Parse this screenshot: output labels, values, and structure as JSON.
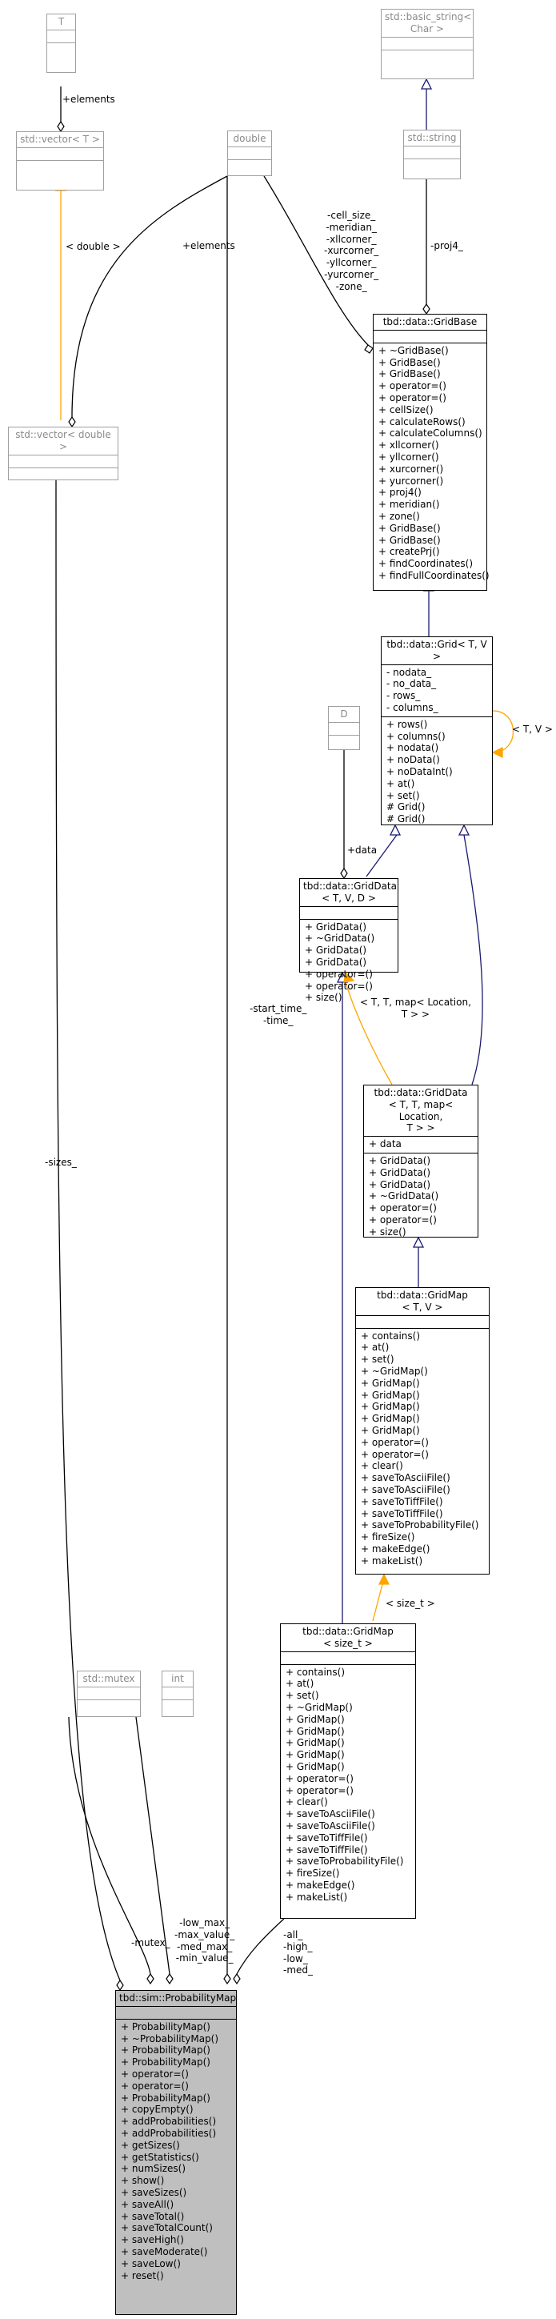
{
  "nodes": {
    "T": {
      "title": [
        "T"
      ],
      "sections": [
        [],
        []
      ]
    },
    "vector_T": {
      "title": [
        "std::vector< T >"
      ],
      "sections": [
        [],
        []
      ]
    },
    "vector_double": {
      "title": [
        "std::vector< double >"
      ],
      "sections": [
        [],
        []
      ]
    },
    "double": {
      "title": [
        "double"
      ],
      "sections": [
        [],
        []
      ]
    },
    "basic_string": {
      "title": [
        "std::basic_string<",
        "Char >"
      ],
      "sections": [
        [],
        []
      ]
    },
    "string": {
      "title": [
        "std::string"
      ],
      "sections": [
        [],
        []
      ]
    },
    "GridBase": {
      "title": [
        "tbd::data::GridBase"
      ],
      "sections": [
        [],
        [
          "+ ~GridBase()",
          "+ GridBase()",
          "+ GridBase()",
          "+ operator=()",
          "+ operator=()",
          "+ cellSize()",
          "+ calculateRows()",
          "+ calculateColumns()",
          "+ xllcorner()",
          "+ yllcorner()",
          "+ xurcorner()",
          "+ yurcorner()",
          "+ proj4()",
          "+ meridian()",
          "+ zone()",
          "+ GridBase()",
          "+ GridBase()",
          "+ createPrj()",
          "+ findCoordinates()",
          "+ findFullCoordinates()"
        ]
      ]
    },
    "Grid": {
      "title": [
        "tbd::data::Grid< T, V >"
      ],
      "sections": [
        [
          "- nodata_",
          "- no_data_",
          "- rows_",
          "- columns_"
        ],
        [
          "+ rows()",
          "+ columns()",
          "+ nodata()",
          "+ noData()",
          "+ noDataInt()",
          "+ at()",
          "+ set()",
          "# Grid()",
          "# Grid()"
        ]
      ]
    },
    "D": {
      "title": [
        "D"
      ],
      "sections": [
        [],
        []
      ]
    },
    "GridData_TVD": {
      "title": [
        "tbd::data::GridData",
        "< T, V, D >"
      ],
      "sections": [
        [],
        [
          "+ GridData()",
          "+ ~GridData()",
          "+ GridData()",
          "+ GridData()",
          "+ operator=()",
          "+ operator=()",
          "+ size()"
        ]
      ]
    },
    "GridData_loc": {
      "title": [
        "tbd::data::GridData",
        "< T, T, map< Location,",
        "T > >"
      ],
      "sections": [
        [
          "+ data"
        ],
        [
          "+ GridData()",
          "+ GridData()",
          "+ GridData()",
          "+ ~GridData()",
          "+ operator=()",
          "+ operator=()",
          "+ size()"
        ]
      ]
    },
    "GridMap_TV": {
      "title": [
        "tbd::data::GridMap",
        "< T, V >"
      ],
      "sections": [
        [],
        [
          "+ contains()",
          "+ at()",
          "+ set()",
          "+ ~GridMap()",
          "+ GridMap()",
          "+ GridMap()",
          "+ GridMap()",
          "+ GridMap()",
          "+ GridMap()",
          "+ operator=()",
          "+ operator=()",
          "+ clear()",
          "+ saveToAsciiFile()",
          "+ saveToAsciiFile()",
          "+ saveToTiffFile()",
          "+ saveToTiffFile()",
          "+ saveToProbabilityFile()",
          "+ fireSize()",
          "+ makeEdge()",
          "+ makeList()"
        ]
      ]
    },
    "GridMap_size": {
      "title": [
        "tbd::data::GridMap",
        "< size_t >"
      ],
      "sections": [
        [],
        [
          "+ contains()",
          "+ at()",
          "+ set()",
          "+ ~GridMap()",
          "+ GridMap()",
          "+ GridMap()",
          "+ GridMap()",
          "+ GridMap()",
          "+ GridMap()",
          "+ operator=()",
          "+ operator=()",
          "+ clear()",
          "+ saveToAsciiFile()",
          "+ saveToAsciiFile()",
          "+ saveToTiffFile()",
          "+ saveToTiffFile()",
          "+ saveToProbabilityFile()",
          "+ fireSize()",
          "+ makeEdge()",
          "+ makeList()"
        ]
      ]
    },
    "mutex": {
      "title": [
        "std::mutex"
      ],
      "sections": [
        [],
        []
      ]
    },
    "int": {
      "title": [
        "int"
      ],
      "sections": [
        [],
        []
      ]
    },
    "ProbabilityMap": {
      "title": [
        "tbd::sim::ProbabilityMap"
      ],
      "sections": [
        [],
        [
          "+ ProbabilityMap()",
          "+ ~ProbabilityMap()",
          "+ ProbabilityMap()",
          "+ ProbabilityMap()",
          "+ operator=()",
          "+ operator=()",
          "+ ProbabilityMap()",
          "+ copyEmpty()",
          "+ addProbabilities()",
          "+ addProbabilities()",
          "+ getSizes()",
          "+ getStatistics()",
          "+ numSizes()",
          "+ show()",
          "+ saveSizes()",
          "+ saveAll()",
          "+ saveTotal()",
          "+ saveTotalCount()",
          "+ saveHigh()",
          "+ saveModerate()",
          "+ saveLow()",
          "+ reset()"
        ]
      ]
    }
  },
  "labels": {
    "elements_T": [
      "+elements"
    ],
    "elements_double": [
      "+elements"
    ],
    "less_double": [
      "< double >"
    ],
    "cell_size": [
      "-cell_size_",
      "-meridian_",
      "-xllcorner_",
      "-xurcorner_",
      "-yllcorner_",
      "-yurcorner_",
      "-zone_"
    ],
    "proj4": [
      "-proj4_"
    ],
    "grid_tv": [
      "< T, V >"
    ],
    "data": [
      "+data"
    ],
    "ttmap": [
      "< T, T, map< Location,",
      "T > >"
    ],
    "start_time": [
      "-start_time_",
      "-time_"
    ],
    "sizes": [
      "-sizes_"
    ],
    "size_t": [
      "< size_t >"
    ],
    "mutex": [
      "-mutex_"
    ],
    "low_max": [
      "-low_max_",
      "-max_value_",
      "-med_max_",
      "-min_value_"
    ],
    "all": [
      "-all_",
      "-high_",
      "-low_",
      "-med_"
    ]
  },
  "colors": {
    "line": "#000000",
    "inherit": "#191970",
    "template": "#ffa500",
    "focus_fill": "#bfbfbf",
    "external_border": "#a0a0a0",
    "external_text": "#8a8a8a"
  }
}
